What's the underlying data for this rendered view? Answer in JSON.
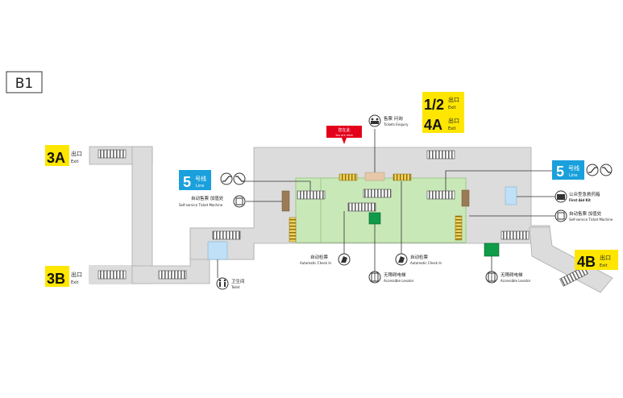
{
  "floor": "B1",
  "exits": {
    "e3A": {
      "code": "3A",
      "cn": "出口",
      "en": "Exit"
    },
    "e3B": {
      "code": "3B",
      "cn": "出口",
      "en": "Exit"
    },
    "e12": {
      "code": "1/2",
      "cn": "出口",
      "en": "Exit"
    },
    "e4A": {
      "code": "4A",
      "cn": "出口",
      "en": "Exit"
    },
    "e4B": {
      "code": "4B",
      "cn": "出口",
      "en": "Exit"
    }
  },
  "lines": {
    "left": {
      "num": "5",
      "cn": "号线",
      "en": "Line"
    },
    "right": {
      "num": "5",
      "cn": "号线",
      "en": "Line"
    }
  },
  "you_are_here": {
    "cn": "您在此",
    "en": "You Are Here"
  },
  "facilities": {
    "tickets_enquiry": {
      "cn": "售票 问询",
      "en": "Tickets Enquiry"
    },
    "ticket_machine_left": {
      "cn": "自动售票 加值处",
      "en": "Self-service Ticket Machine"
    },
    "ticket_machine_right": {
      "cn": "自动售票 加值处",
      "en": "Self-service Ticket Machine"
    },
    "first_aid": {
      "cn": "公众型急救药箱",
      "en": "First Aid Kit"
    },
    "checkin_left": {
      "cn": "自动检票",
      "en": "Automatic Check In"
    },
    "checkin_right": {
      "cn": "自动检票",
      "en": "Automatic Check In"
    },
    "elevator_center": {
      "cn": "无障碍电梯",
      "en": "Accessible Levator"
    },
    "elevator_right": {
      "cn": "无障碍电梯",
      "en": "Accessible Levator"
    },
    "toilet": {
      "cn": "卫生间",
      "en": "Toilet"
    }
  },
  "colors": {
    "concourse": "#dcdcdc",
    "paid_area": "#c9e8b8",
    "exit_badge": "#ffe600",
    "line_badge": "#1aa0dc",
    "elevator": "#0f9b48",
    "gate": "#f1d25a",
    "marker": "#e3001b"
  }
}
